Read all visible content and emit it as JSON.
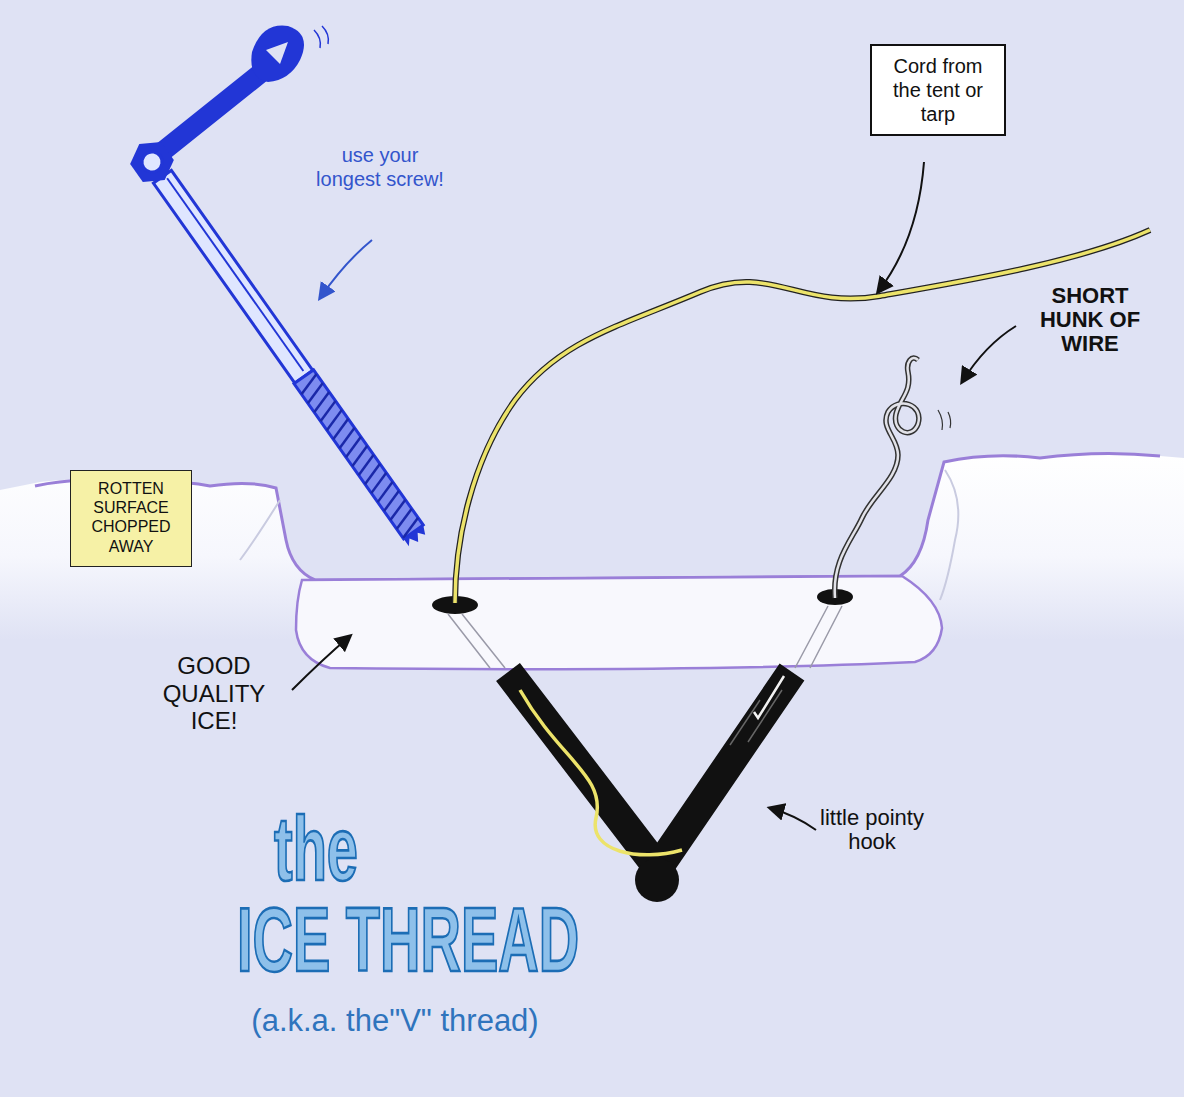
{
  "diagram": {
    "title": "the ICE THREAD",
    "caption": "(a.k.a. the\"V\" thread)",
    "nodes": [
      {
        "text": [
          "Cord from the tent or tarp"
        ]
      },
      {
        "text": [
          "ROTTEN SURFACE CHOPPED AWAY"
        ]
      }
    ],
    "labels": [
      "use your longest screw!",
      "SHORT HUNK OF WIRE",
      "GOOD QUALITY ICE!",
      "little pointy hook"
    ]
  }
}
